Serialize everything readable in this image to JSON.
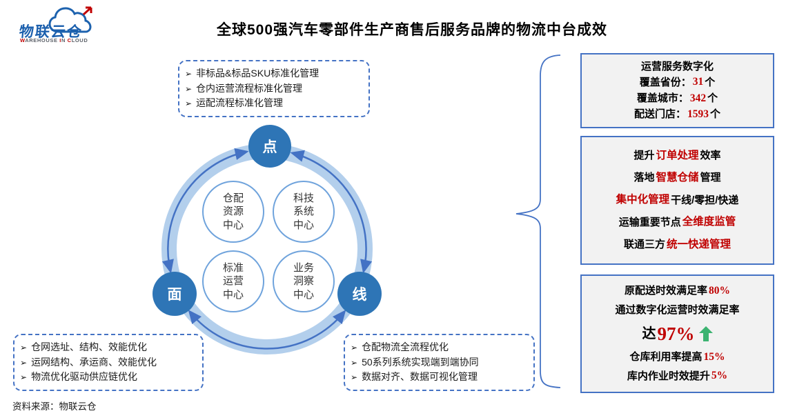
{
  "colors": {
    "node_blue": "#2E75B6",
    "arc_blue": "#4472C4",
    "band_blue": "#B3CFEC",
    "circle_border_blue": "#6FA3DC",
    "dashed_border_blue": "#4472C4",
    "stat_box_bg": "#F2F2F2",
    "red": "#C00000",
    "green": "#3CB371",
    "logo_blue": "#1B5FAD",
    "logo_gray": "#5B6068"
  },
  "bullets": {
    "arrow": "➢"
  },
  "logo": {
    "name": "物联云仓",
    "subtitle": [
      {
        "t": "W",
        "c": "red"
      },
      {
        "t": "AREHOUSE ",
        "c": "gray"
      },
      {
        "t": "I",
        "c": "red"
      },
      {
        "t": "N ",
        "c": "gray"
      },
      {
        "t": "C",
        "c": "red"
      },
      {
        "t": "LOUD",
        "c": "gray"
      }
    ],
    "icons": [
      "cloud-icon",
      "up-right-arrow-icon"
    ]
  },
  "title": "全球500强汽车零部件生产商售后服务品牌的物流中台成效",
  "source": "资料来源：物联云仓",
  "diagram": {
    "nodes": [
      {
        "label": "点"
      },
      {
        "label": "面"
      },
      {
        "label": "线"
      }
    ],
    "centers": [
      {
        "lines": [
          "仓配",
          "资源",
          "中心"
        ]
      },
      {
        "lines": [
          "科技",
          "系统",
          "中心"
        ]
      },
      {
        "lines": [
          "标准",
          "运营",
          "中心"
        ]
      },
      {
        "lines": [
          "业务",
          "洞察",
          "中心"
        ]
      }
    ]
  },
  "boxes": {
    "top": {
      "items": [
        "非标品&标品SKU标准化管理",
        "仓内运营流程标准化管理",
        "运配流程标准化管理"
      ]
    },
    "bottom_left": {
      "items": [
        "仓网选址、结构、效能优化",
        "运网结构、承运商、效能优化",
        "物流优化驱动供应链优化"
      ]
    },
    "bottom_right": {
      "items": [
        "仓配物流全流程优化",
        "50系列系统实现端到端协同",
        "数据对齐、数据可视化管理"
      ]
    }
  },
  "right": {
    "box1": {
      "title": "运营服务数字化",
      "rows": [
        {
          "label": "覆盖省份：",
          "value": "31",
          "suffix": "个"
        },
        {
          "label": "覆盖城市：",
          "value": "342",
          "suffix": "个"
        },
        {
          "label": "配送门店：",
          "value": "1593",
          "suffix": "个"
        }
      ]
    },
    "box2": {
      "lines": [
        {
          "segs": [
            {
              "t": "提升",
              "c": "black"
            },
            {
              "t": "订单处理",
              "c": "red"
            },
            {
              "t": "效率",
              "c": "black"
            }
          ]
        },
        {
          "segs": [
            {
              "t": "落地",
              "c": "black"
            },
            {
              "t": "智慧仓储",
              "c": "red"
            },
            {
              "t": "管理",
              "c": "black"
            }
          ]
        },
        {
          "segs": [
            {
              "t": "集中化管理",
              "c": "red"
            },
            {
              "t": "干线/零担/快递",
              "c": "black"
            }
          ]
        },
        {
          "segs": [
            {
              "t": "运输重要节点",
              "c": "black"
            },
            {
              "t": "全维度监管",
              "c": "red"
            }
          ]
        },
        {
          "segs": [
            {
              "t": "联通三方",
              "c": "black"
            },
            {
              "t": "统一快递管理",
              "c": "red"
            }
          ]
        }
      ]
    },
    "box3": {
      "lines": [
        {
          "segs": [
            {
              "t": "原配送时效满足率",
              "c": "black"
            },
            {
              "t": "80%",
              "c": "red"
            }
          ]
        },
        {
          "segs": [
            {
              "t": "通过数字化运营时效满足率",
              "c": "black"
            }
          ]
        },
        {
          "segs": [
            {
              "t": "达",
              "c": "black-big"
            },
            {
              "t": "97%",
              "c": "red-big"
            }
          ],
          "icon": "up-arrow-icon"
        },
        {
          "segs": [
            {
              "t": "仓库利用率提高",
              "c": "black"
            },
            {
              "t": "15%",
              "c": "red"
            }
          ]
        },
        {
          "segs": [
            {
              "t": "库内作业时效提升",
              "c": "black"
            },
            {
              "t": "5%",
              "c": "red"
            }
          ]
        }
      ]
    }
  }
}
